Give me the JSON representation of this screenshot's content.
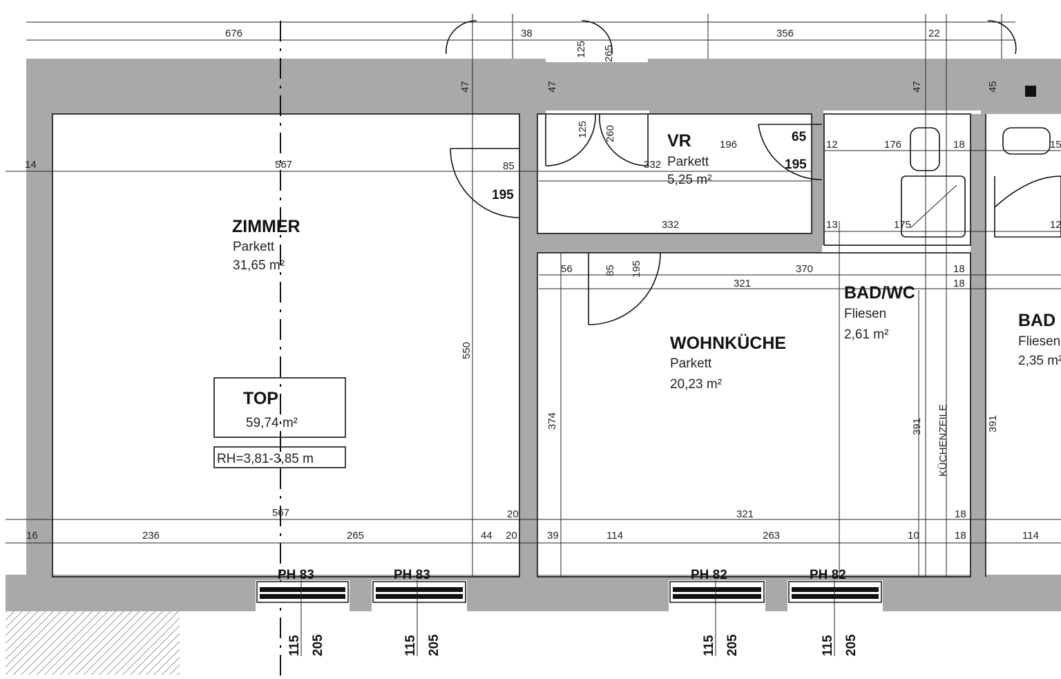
{
  "rooms": {
    "zimmer": {
      "name": "ZIMMER",
      "floor": "Parkett",
      "area": "31,65 m²"
    },
    "vr": {
      "name": "VR",
      "floor": "Parkett",
      "area": "5,25 m²"
    },
    "wohnkueche": {
      "name": "WOHNKÜCHE",
      "floor": "Parkett",
      "area": "20,23 m²"
    },
    "badwc": {
      "name": "BAD/WC",
      "floor": "Fliesen",
      "area": "2,61 m²"
    },
    "bad_right": {
      "name": "BAD",
      "floor": "Fliesen",
      "area": "2,35 m²"
    }
  },
  "top_box": {
    "label": "TOP",
    "area": "59,74 m²",
    "room_height": "RH=3,81-3,85 m"
  },
  "kitchen_unit_label": "KÜCHENZEILE",
  "windows": {
    "left_1": "PH 83",
    "left_2": "PH 83",
    "right_1": "PH 82",
    "right_2": "PH 82"
  },
  "window_dims": {
    "sill": "115",
    "height": "205"
  },
  "dims": {
    "top_676": "676",
    "top_356": "356",
    "top_38": "38",
    "top_22": "22",
    "top_125": "125",
    "top_265": "265",
    "zimmer_567": "567",
    "zimmer_567b": "567",
    "zimmer_550": "550",
    "bottom_236": "236",
    "bottom_265": "265",
    "bottom_44": "44",
    "bottom_20": "20",
    "bottom_39": "39",
    "bottom_114": "114",
    "bottom_263": "263",
    "bottom_10": "10",
    "bottom_18": "18",
    "bottom_114b": "114",
    "bottom_18b": "18",
    "bottom_20b": "20",
    "left_14": "14",
    "left_16": "16",
    "vr_196": "196",
    "vr_332": "332",
    "vr_332b": "332",
    "vr_65": "65",
    "vr_195": "195",
    "vr_125": "125",
    "vr_260": "260",
    "vr_85": "85",
    "vr_195_door": "195",
    "bad_12": "12",
    "bad_176": "176",
    "bad_18": "18",
    "bad_175": "175",
    "bad_13": "13",
    "bad_15": "15",
    "bad_12b": "12",
    "wk_370": "370",
    "wk_321": "321",
    "wk_321b": "321",
    "wk_374": "374",
    "wk_56": "56",
    "wk_85": "85",
    "wk_195": "195",
    "wk_18": "18",
    "wk_18b": "18",
    "wk_391": "391",
    "wk_391b": "391",
    "wk_47": "47",
    "wk_47b": "47",
    "wk_47c": "47",
    "wk_45": "45"
  }
}
